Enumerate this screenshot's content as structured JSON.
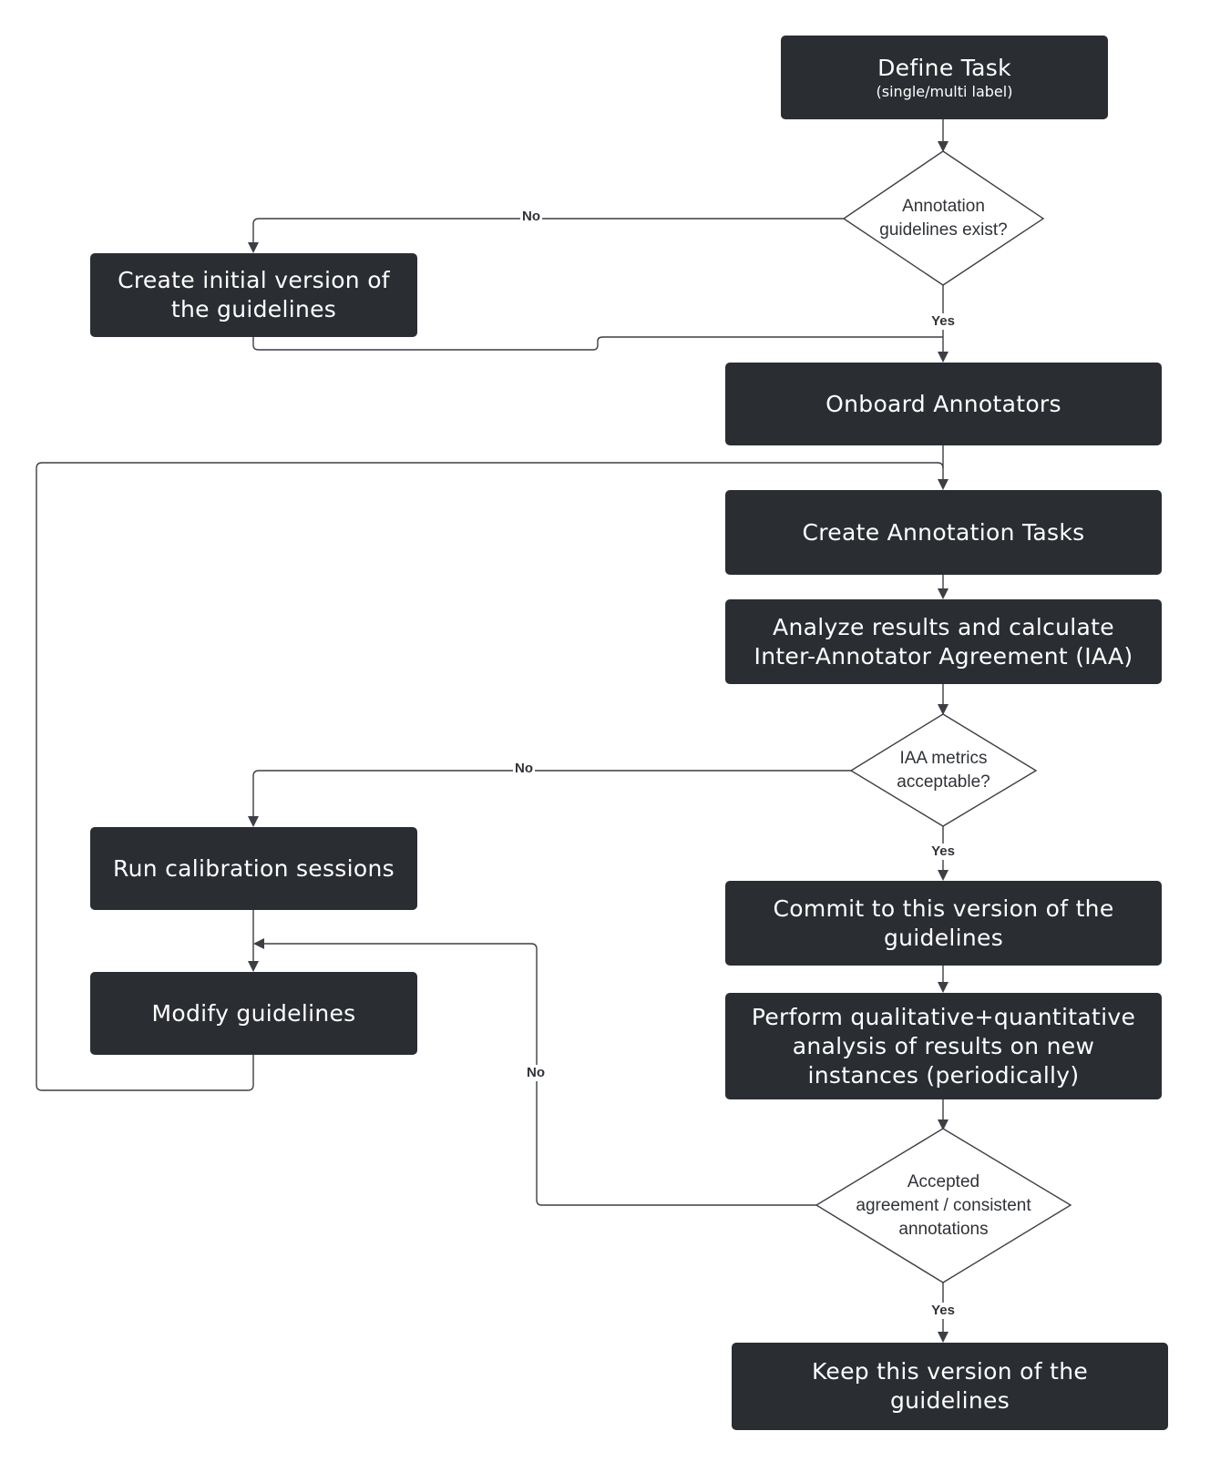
{
  "nodes": {
    "define_task": {
      "title": "Define Task",
      "subtitle": "(single/multi label)"
    },
    "guidelines_exist": {
      "line1": "Annotation",
      "line2": "guidelines exist?"
    },
    "create_initial": {
      "line1": "Create initial version of",
      "line2": "the guidelines"
    },
    "onboard": {
      "label": "Onboard Annotators"
    },
    "create_tasks": {
      "label": "Create Annotation Tasks"
    },
    "analyze": {
      "line1": "Analyze results and calculate",
      "line2": "Inter-Annotator Agreement (IAA)"
    },
    "iaa_acceptable": {
      "line1": "IAA metrics",
      "line2": "acceptable?"
    },
    "calibration": {
      "label": "Run calibration sessions"
    },
    "modify": {
      "label": "Modify guidelines"
    },
    "commit": {
      "line1": "Commit to this version of the",
      "line2": "guidelines"
    },
    "perform": {
      "line1": "Perform qualitative+quantitative",
      "line2": "analysis of results on new",
      "line3": "instances (periodically)"
    },
    "accepted": {
      "line1": "Accepted",
      "line2": "agreement / consistent",
      "line3": "annotations"
    },
    "keep": {
      "line1": "Keep this version of the",
      "line2": "guidelines"
    }
  },
  "edge_labels": {
    "guidelines_no": "No",
    "guidelines_yes": "Yes",
    "iaa_no": "No",
    "iaa_yes": "Yes",
    "accepted_no": "No",
    "accepted_yes": "Yes"
  },
  "colors": {
    "box": "#2a2d32",
    "line": "#3c3f44",
    "text": "#2f3237"
  }
}
